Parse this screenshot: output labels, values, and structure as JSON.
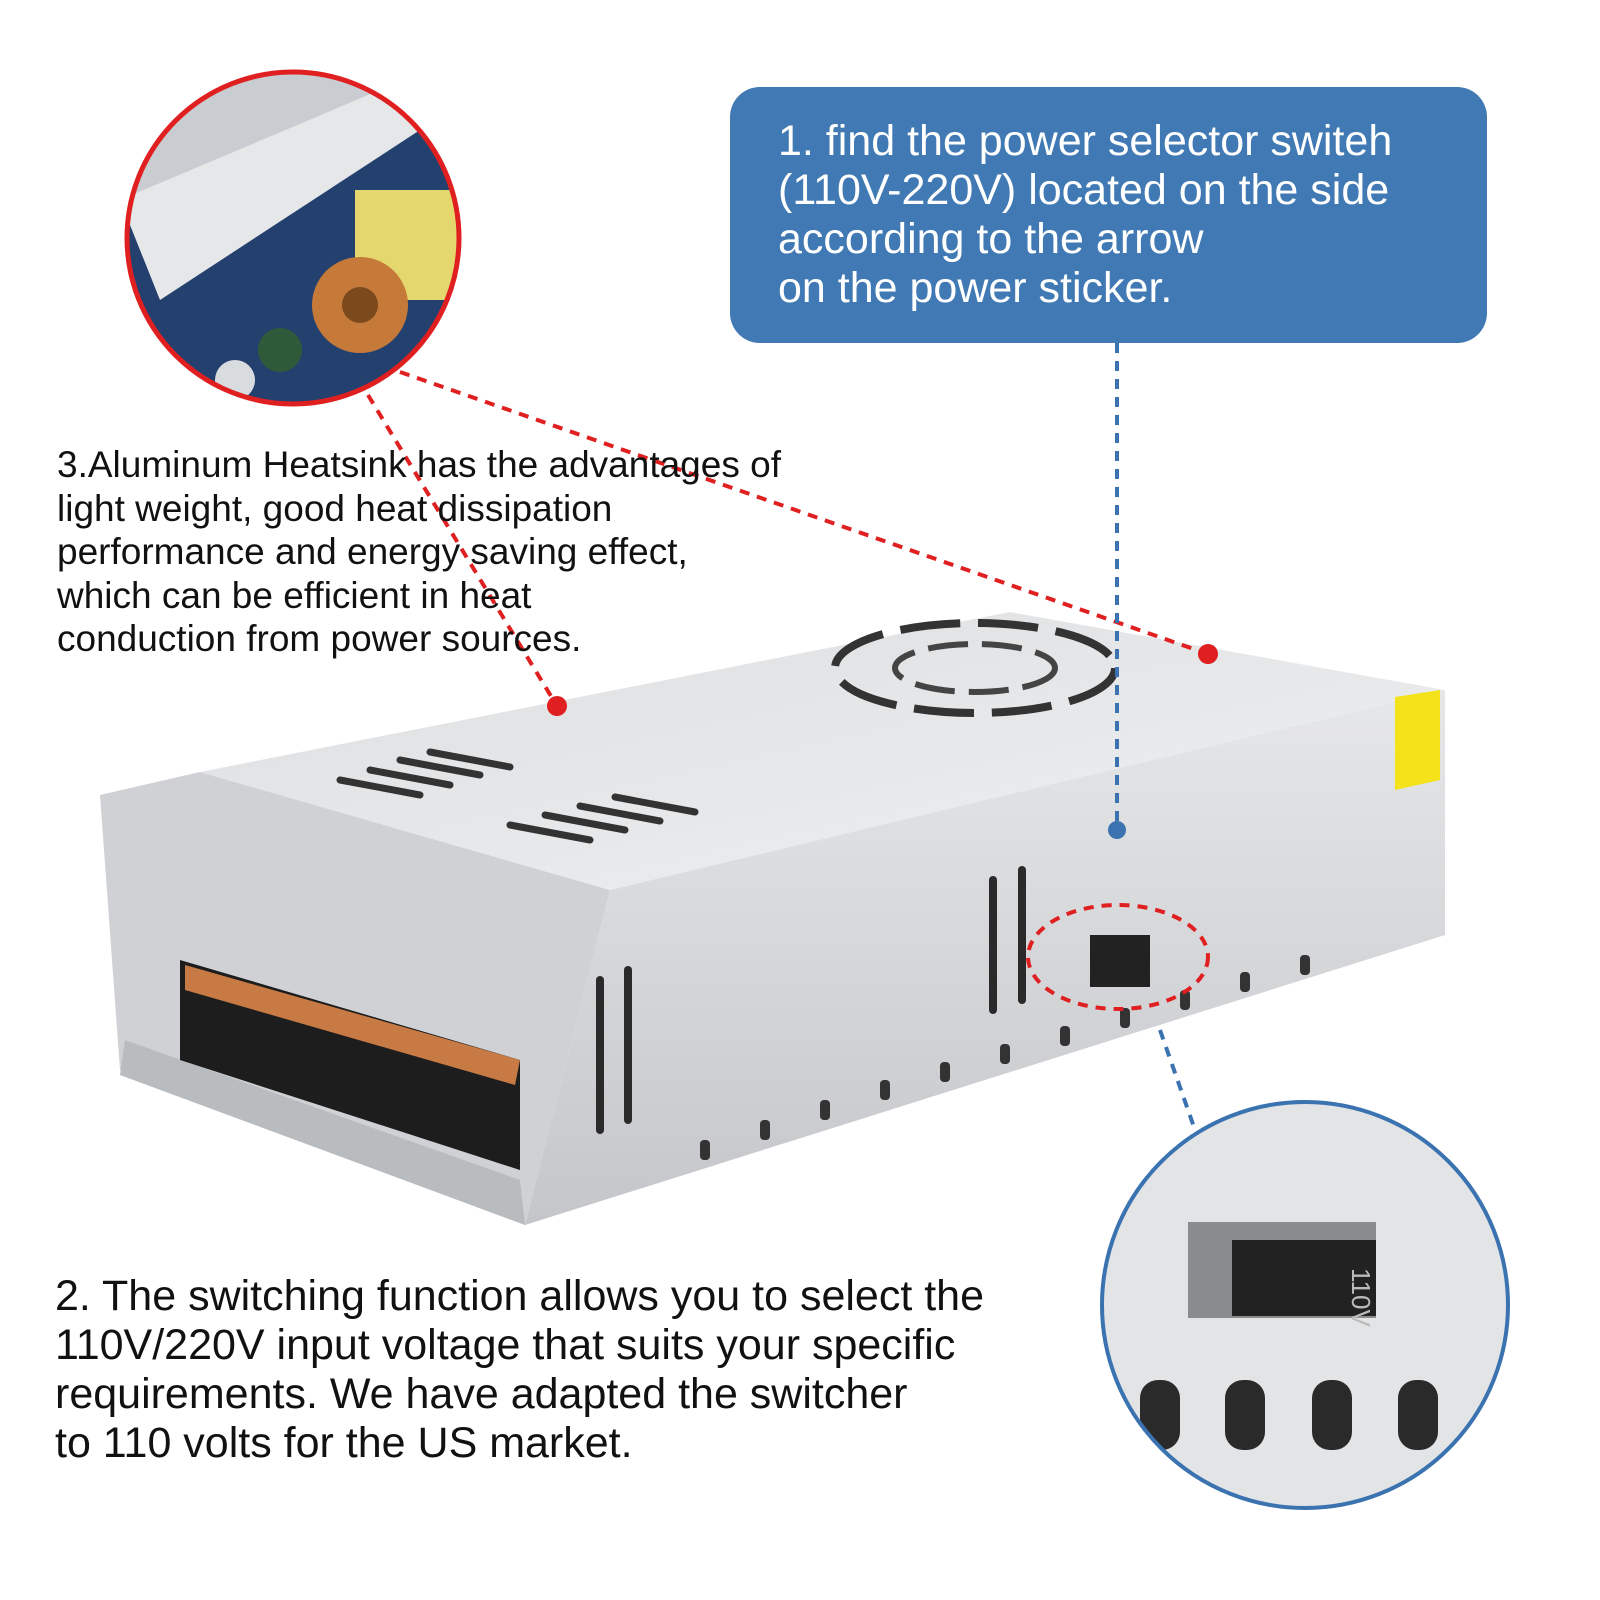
{
  "callout_1": {
    "lines": [
      "1. find the power selector switeh",
      "(110V-220V) located on the side",
      "according to the arrow",
      "on the power sticker."
    ]
  },
  "text_3": {
    "lines": [
      "3.Aluminum Heatsink has the advantages of",
      "light weight, good heat dissipation",
      "performance and energy saving effect,",
      "which can be efficient in heat",
      "conduction from power sources."
    ]
  },
  "text_2": {
    "lines": [
      "2. The switching function allows you to select the",
      "110V/220V input voltage that suits your specific",
      "requirements. We have adapted the switcher",
      "to 110 volts for the US market."
    ]
  },
  "switch_label": "110V",
  "colors": {
    "callout_bg": "#4079b3",
    "red_accent": "#e02020",
    "blue_accent": "#3a73b0"
  }
}
